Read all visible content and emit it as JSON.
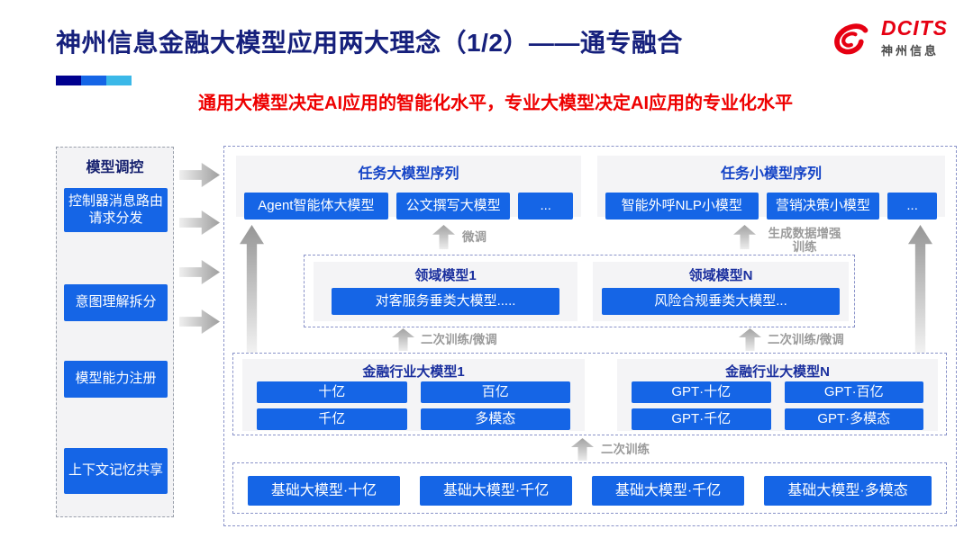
{
  "header": {
    "title": "神州信息金融大模型应用两大理念（1/2）——通专融合",
    "subtitle": "通用大模型决定AI应用的智能化水平，专业大模型决定AI应用的专业化水平",
    "logo": {
      "brand": "DCITS",
      "brand_cn": "神州信息"
    },
    "accent_bar_colors": [
      "#00008f",
      "#1565e6",
      "#3bb8e8"
    ]
  },
  "sidebar": {
    "title": "模型调控",
    "items": [
      {
        "label": "控制器消息路由请求分发"
      },
      {
        "label": "意图理解拆分"
      },
      {
        "label": "模型能力注册"
      },
      {
        "label": "上下文记忆共享"
      }
    ]
  },
  "diagram": {
    "task_large": {
      "title": "任务大模型序列",
      "items": [
        "Agent智能体大模型",
        "公文撰写大模型",
        "..."
      ]
    },
    "task_small": {
      "title": "任务小模型序列",
      "items": [
        "智能外呼NLP小模型",
        "营销决策小模型",
        "..."
      ]
    },
    "arrow_labels": {
      "fine_tune": "微调",
      "data_augment": "生成数据增强训练",
      "retrain_finetune_left": "二次训练/微调",
      "retrain_finetune_right": "二次训练/微调",
      "retrain": "二次训练"
    },
    "domain": {
      "d1": {
        "title": "领域模型1",
        "item": "对客服务垂类大模型....."
      },
      "dn": {
        "title": "领域模型N",
        "item": "风险合规垂类大模型..."
      }
    },
    "industry": {
      "i1": {
        "title": "金融行业大模型1",
        "items": [
          "十亿",
          "百亿",
          "千亿",
          "多模态"
        ]
      },
      "in": {
        "title": "金融行业大模型N",
        "items": [
          "GPT·十亿",
          "GPT·百亿",
          "GPT·千亿",
          "GPT·多模态"
        ]
      }
    },
    "base": {
      "items": [
        "基础大模型·十亿",
        "基础大模型·千亿",
        "基础大模型·千亿",
        "基础大模型·多模态"
      ]
    }
  },
  "colors": {
    "primary_blue": "#1565e6",
    "title_navy": "#16207c",
    "subtitle_red": "#ee0000",
    "header_blue": "#1443c6",
    "label_gray": "#9b9b9b",
    "logo_red": "#e60012"
  }
}
